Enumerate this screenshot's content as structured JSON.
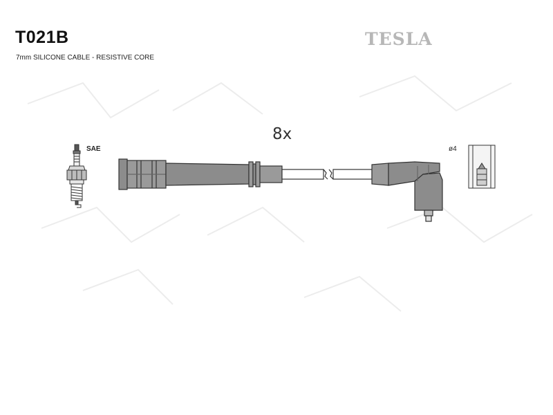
{
  "header": {
    "part_number": "T021B",
    "subtitle": "7mm SILICONE CABLE - RESISTIVE CORE",
    "brand": "TESLA"
  },
  "diagram": {
    "quantity": "8x",
    "left_label": "SAE",
    "right_label": "ø4"
  },
  "icons": {
    "spark_plug": "spark-plug-icon",
    "terminal": "terminal-connector-icon"
  },
  "colors": {
    "line": "#333333",
    "boot_fill": "#8c8c8c",
    "brand": "#b7b7b7",
    "background": "#ffffff"
  }
}
